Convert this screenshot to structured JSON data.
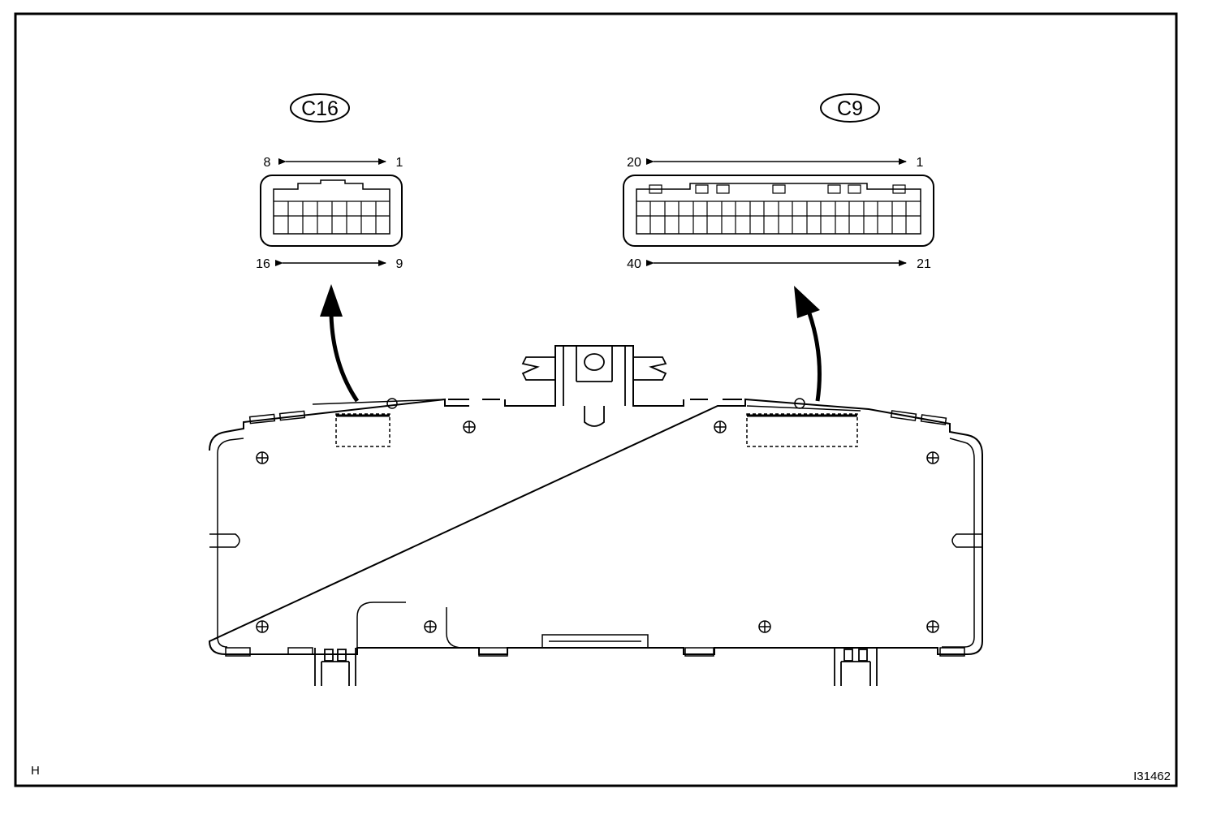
{
  "connectors": [
    {
      "id": "C16",
      "label": "C16",
      "top_left": "8",
      "top_right": "1",
      "bottom_left": "16",
      "bottom_right": "9"
    },
    {
      "id": "C9",
      "label": "C9",
      "top_left": "20",
      "top_right": "1",
      "bottom_left": "40",
      "bottom_right": "21"
    }
  ],
  "corner_code_left": "H",
  "figure_id": "I31462"
}
